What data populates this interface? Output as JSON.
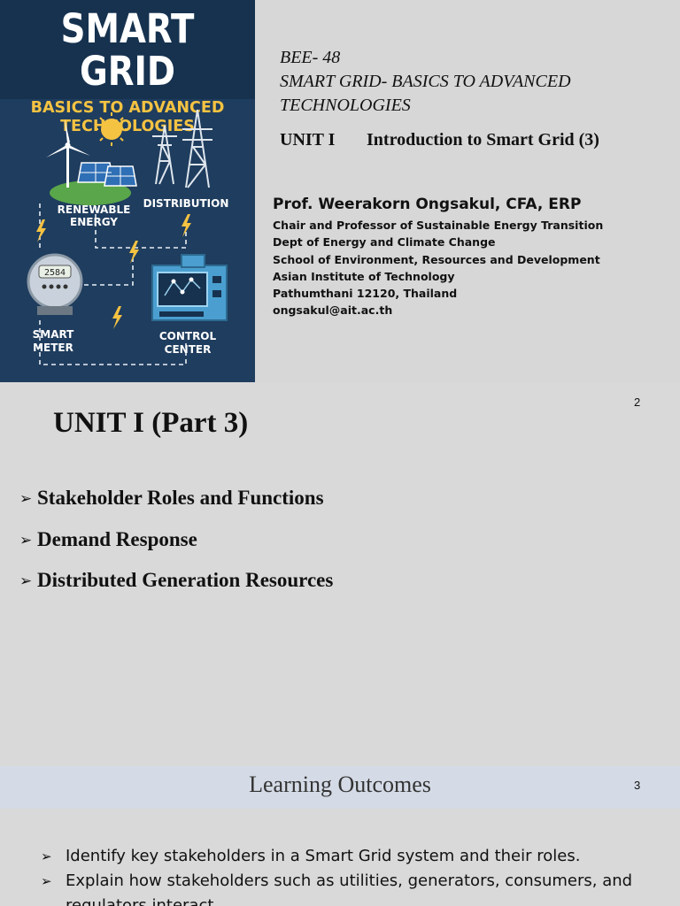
{
  "slide1": {
    "cover": {
      "title": "SMART GRID",
      "subtitle_line1": "BASICS TO ADVANCED",
      "subtitle_line2": "TECHNOLOGIES",
      "labels": {
        "renewable_1": "RENEWABLE",
        "renewable_2": "ENERGY",
        "distribution": "DISTRIBUTION",
        "meter_1": "SMART",
        "meter_2": "METER",
        "control_1": "CONTROL",
        "control_2": "CENTER",
        "meter_reading": "2584"
      },
      "colors": {
        "navy": "#1f3d5e",
        "gold": "#f5c342"
      }
    },
    "course_code": "BEE- 48",
    "course_title_1": "SMART GRID- BASICS TO ADVANCED",
    "course_title_2": "TECHNOLOGIES",
    "unit_code": "UNIT I",
    "unit_title": "Introduction to Smart Grid (3)",
    "prof_name": "Prof. Weerakorn Ongsakul, CFA, ERP",
    "prof_lines": [
      "Chair and Professor of Sustainable Energy Transition",
      "Dept of Energy and Climate Change",
      "School of Environment, Resources and Development",
      "Asian Institute of Technology",
      "Pathumthani 12120, Thailand",
      "ongsakul@ait.ac.th"
    ]
  },
  "slide2": {
    "page_number": "2",
    "title": "UNIT I (Part 3)",
    "bullet_icon": "arrowhead-bullet",
    "items": [
      "Stakeholder Roles and Functions",
      "Demand Response",
      "Distributed Generation Resources"
    ]
  },
  "slide3": {
    "page_number": "3",
    "title": "Learning Outcomes",
    "band_color": "#d4dbe6",
    "items": [
      "Identify key stakeholders in a Smart Grid system and their roles.",
      "Explain how stakeholders such as utilities, generators, consumers, and regulators interact."
    ]
  }
}
